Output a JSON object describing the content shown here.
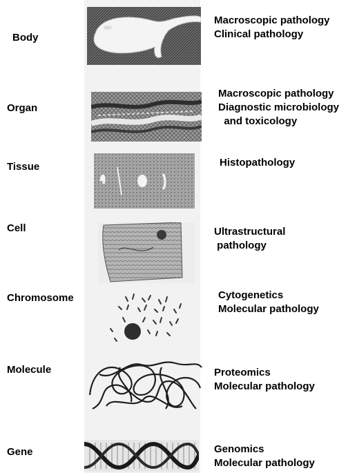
{
  "rows": [
    {
      "level": "Body",
      "disciplines": [
        "Macroscopic pathology",
        "Clinical pathology"
      ]
    },
    {
      "level": "Organ",
      "disciplines": [
        "Macroscopic pathology",
        "Diagnostic microbiology",
        "  and toxicology"
      ]
    },
    {
      "level": "Tissue",
      "disciplines": [
        "Histopathology"
      ]
    },
    {
      "level": "Cell",
      "disciplines": [
        "Ultrastructural",
        " pathology"
      ]
    },
    {
      "level": "Chromosome",
      "disciplines": [
        "Cytogenetics",
        "Molecular pathology"
      ]
    },
    {
      "level": "Molecule",
      "disciplines": [
        "Proteomics",
        "Molecular pathology"
      ]
    },
    {
      "level": "Gene",
      "disciplines": [
        "Genomics",
        "Molecular pathology"
      ]
    }
  ],
  "colors": {
    "text": "#000000",
    "strip": "#f2f2f2",
    "image_dark": "#3a3a3a",
    "image_mid": "#8a8a8a"
  }
}
